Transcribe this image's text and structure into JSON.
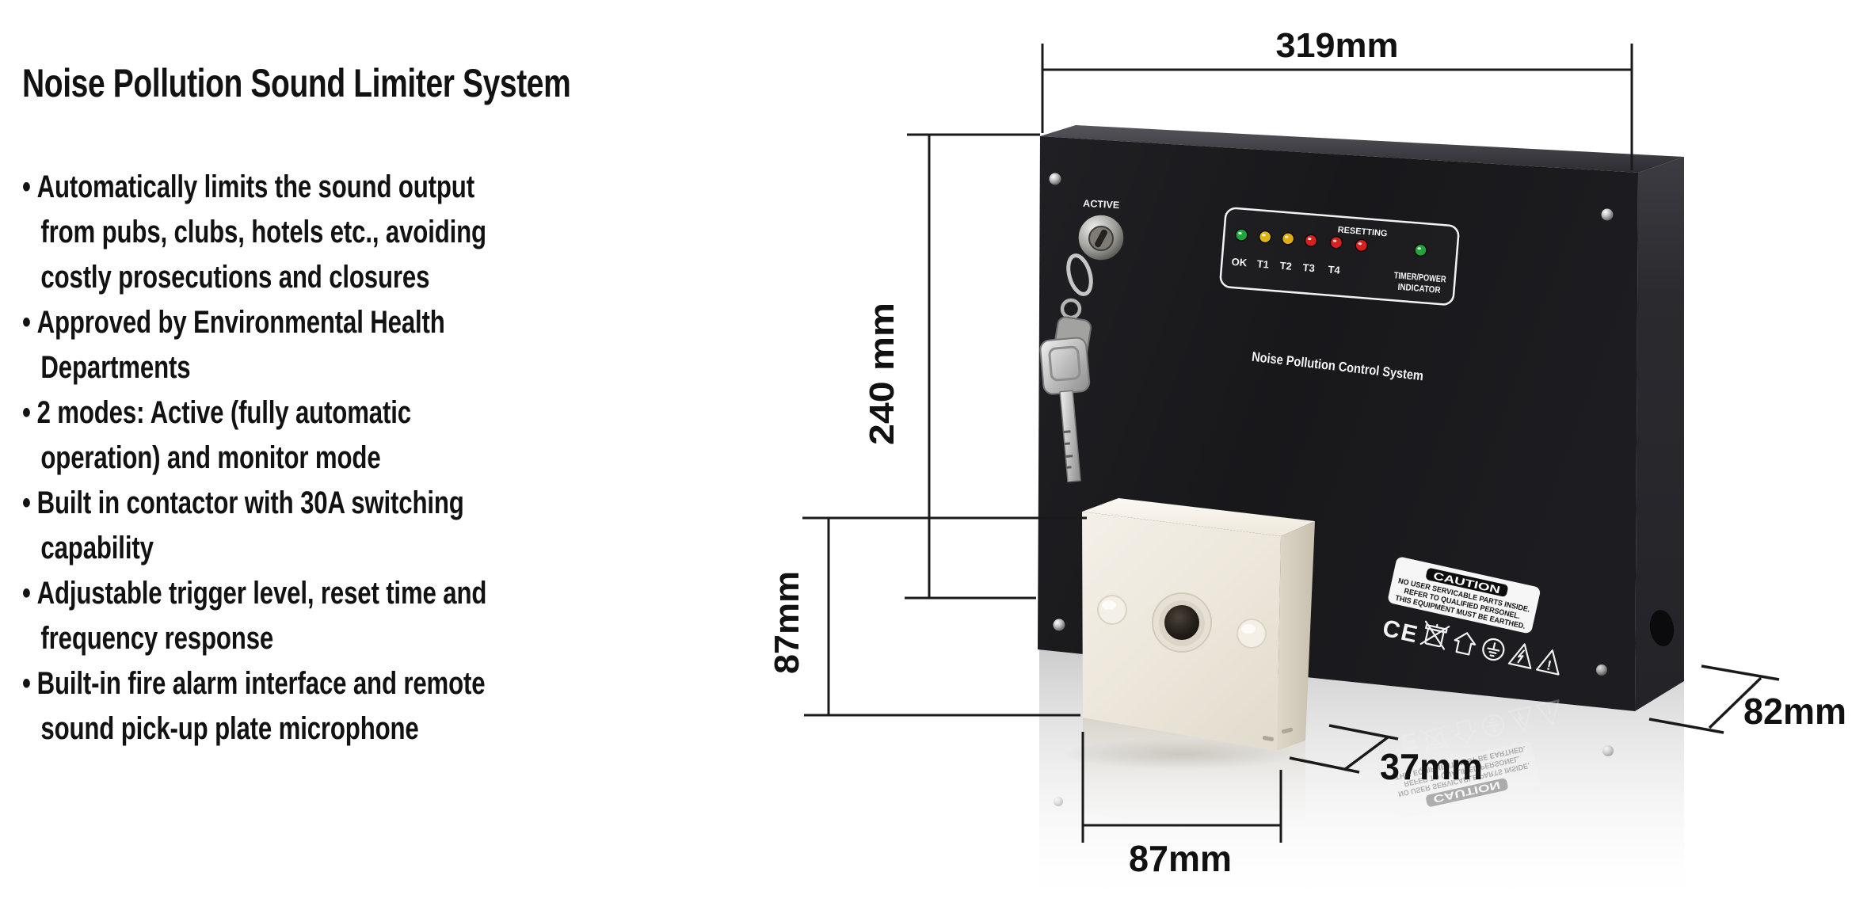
{
  "info_panel": {
    "title": "Noise Pollution Sound Limiter System",
    "bullets": [
      "Automatically limits the sound output from pubs, clubs, hotels etc., avoiding costly prosecutions and closures",
      "Approved by Environmental Health Departments",
      "2 modes: Active (fully automatic operation) and monitor mode",
      "Built in contactor with 30A switching capability",
      "Adjustable trigger level, reset time and frequency response",
      "Built-in fire alarm interface and remote sound pick-up plate microphone"
    ]
  },
  "device": {
    "lock_label": "ACTIVE",
    "brand_text": "Noise Pollution Control System",
    "led_panel": {
      "leds": [
        {
          "label": "OK",
          "color": "#1fa53c"
        },
        {
          "label": "T1",
          "color": "#e0b413"
        },
        {
          "label": "T2",
          "color": "#dfae10"
        },
        {
          "label": "T3",
          "color": "#d92020"
        },
        {
          "label": "T4",
          "color": "#d92020"
        }
      ],
      "resetting": {
        "label": "RESETTING",
        "color": "#d92020"
      },
      "timer": {
        "line1": "TIMER/POWER",
        "line2": "INDICATOR",
        "color": "#1fa53c"
      }
    },
    "caution": {
      "header": "CAUTION",
      "lines": [
        "NO USER SERVICABLE PARTS INSIDE.",
        "REFER TO QUALIFIED PERSONEL.",
        "THIS EQUIPMENT MUST BE EARTHED."
      ],
      "symbols": [
        "ce-mark",
        "weee-bin-crossed",
        "house-package",
        "earth-ground",
        "electric-shock-warning",
        "general-warning"
      ]
    }
  },
  "dimensions": {
    "box_width": "319mm",
    "box_height": "240 mm",
    "box_depth": "82mm",
    "mic_height": "87mm",
    "mic_width": "87mm",
    "mic_depth": "37mm"
  },
  "colors": {
    "box_black": "#1b1b1e",
    "plate_cream": "#efeade",
    "led_green": "#1fa53c",
    "led_yellow": "#e0b413",
    "led_red": "#d92020",
    "dim_line": "#1a1a1a"
  }
}
